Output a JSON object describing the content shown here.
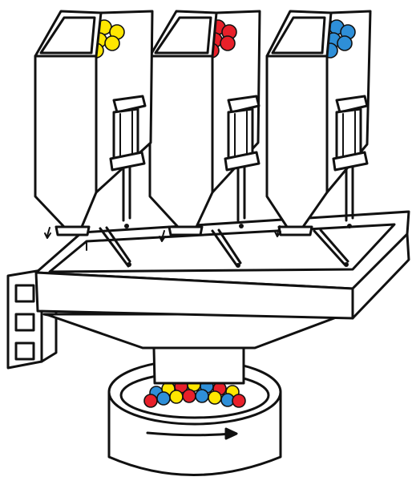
{
  "hoppers": [
    {
      "name": "hopper-yellow",
      "ball_color": "#FFE600"
    },
    {
      "name": "hopper-red",
      "ball_color": "#E8202A"
    },
    {
      "name": "hopper-blue",
      "ball_color": "#2E8FD8"
    }
  ],
  "mixed_ball_colors": [
    "#FFE600",
    "#E8202A",
    "#2E8FD8"
  ],
  "drum_rotation_indicator": "arrow-right",
  "control_panel_buttons": 3
}
